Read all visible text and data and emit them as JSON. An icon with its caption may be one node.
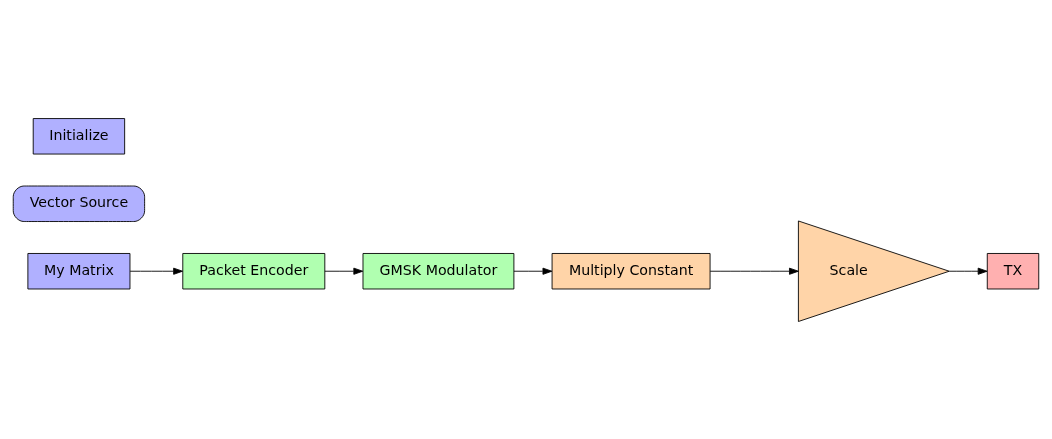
{
  "diagram": {
    "nodes": [
      {
        "text": [
          "Initialize"
        ]
      },
      {
        "text": [
          "Vector Source"
        ]
      },
      {
        "text": [
          "My Matrix"
        ]
      },
      {
        "text": [
          "Packet Encoder"
        ]
      },
      {
        "text": [
          "GMSK Modulator"
        ]
      },
      {
        "text": [
          "Multiply Constant"
        ]
      },
      {
        "text": [
          "Scale"
        ]
      },
      {
        "text": [
          "TX"
        ]
      }
    ],
    "edges": [
      {
        "from": 2,
        "to": 3,
        "arrow": "to"
      },
      {
        "from": 3,
        "to": 4,
        "arrow": "to"
      },
      {
        "from": 4,
        "to": 5,
        "arrow": "to"
      },
      {
        "from": 5,
        "to": 6,
        "arrow": "to"
      },
      {
        "from": 6,
        "to": 7,
        "arrow": "to"
      }
    ]
  }
}
